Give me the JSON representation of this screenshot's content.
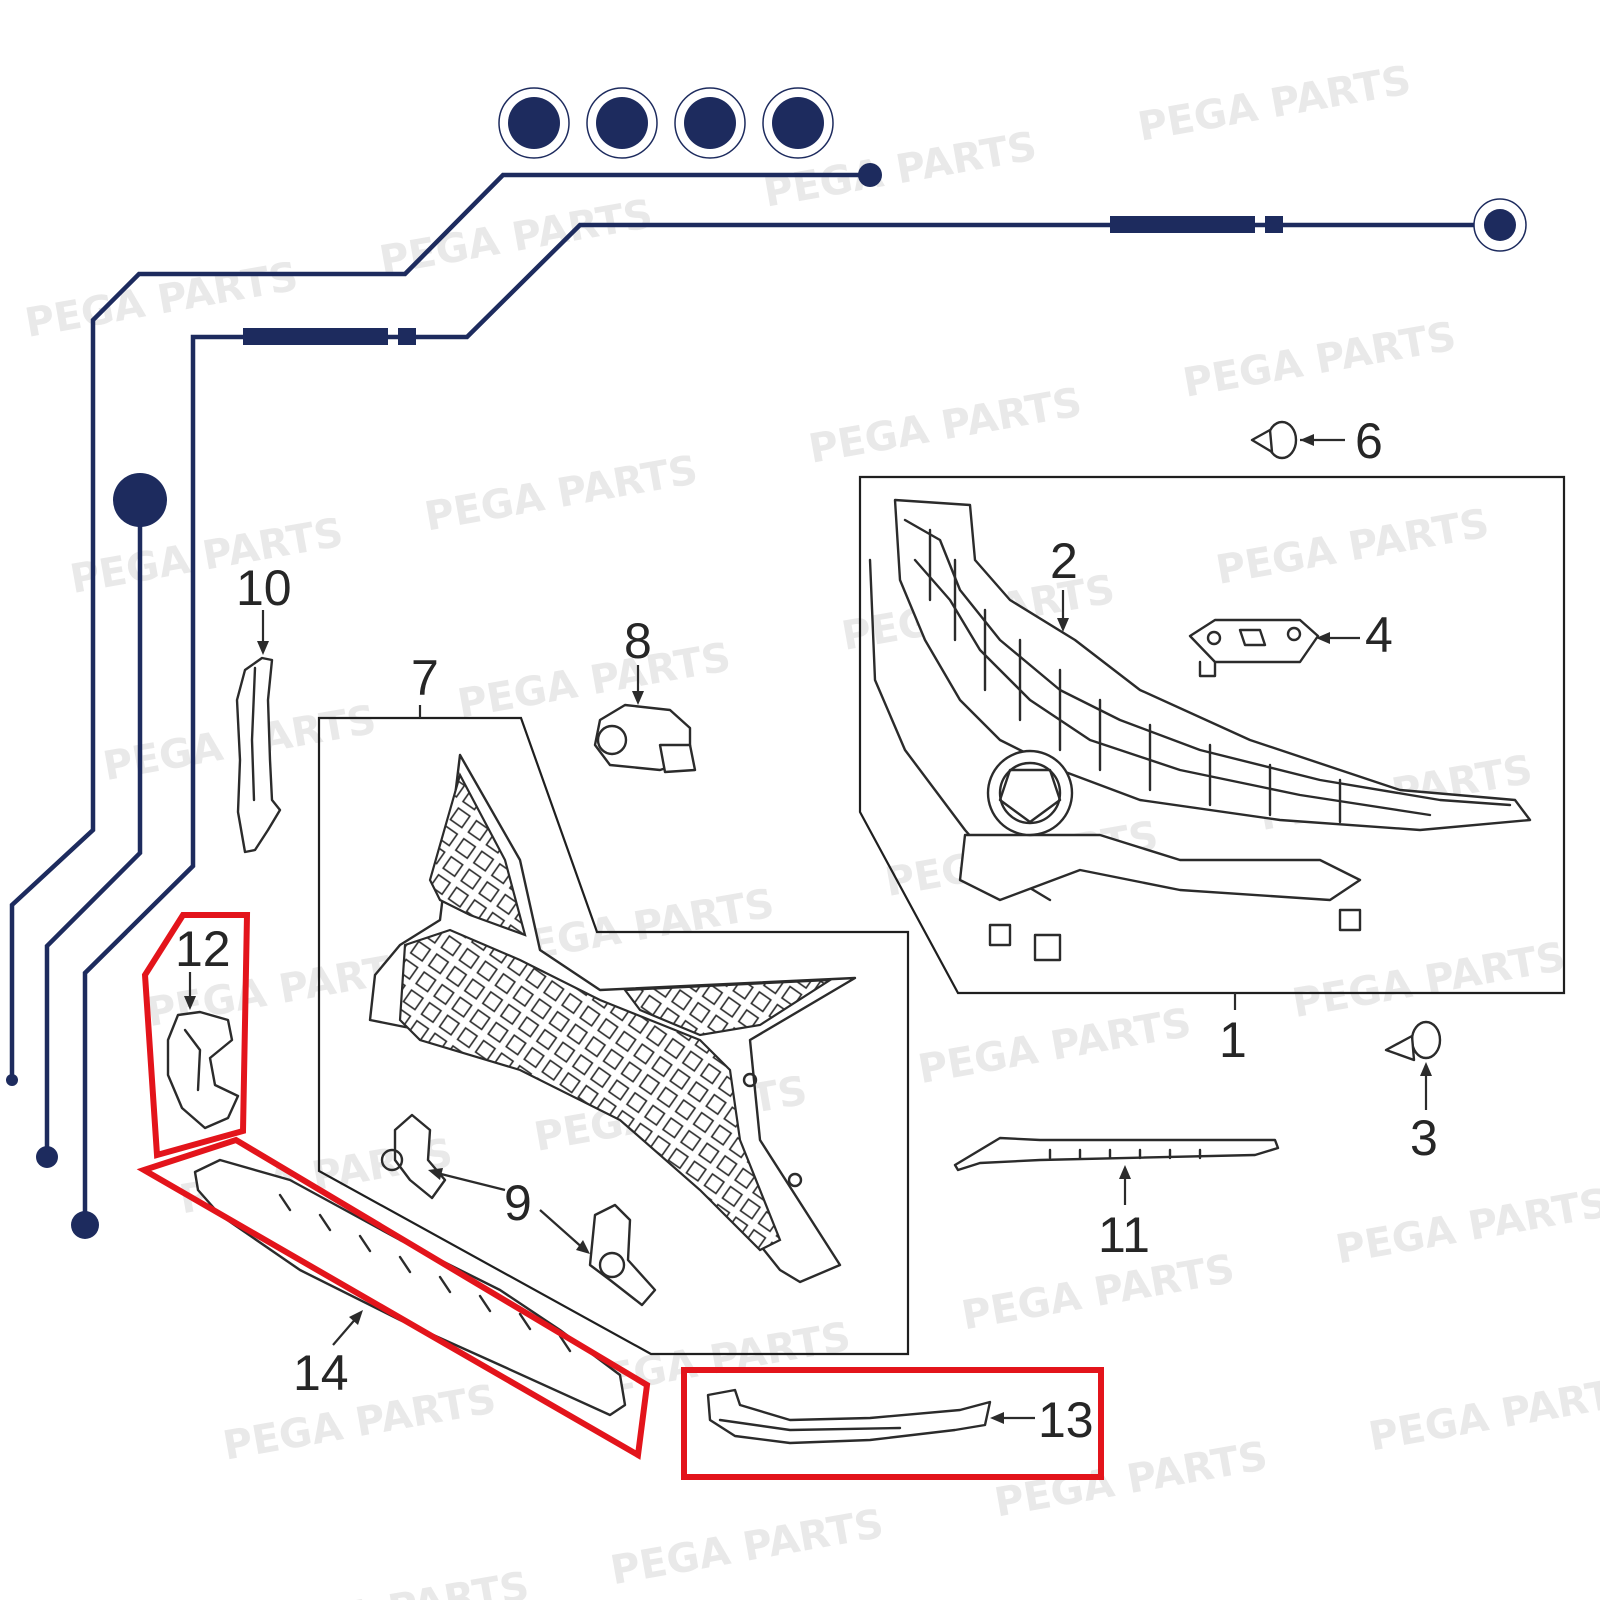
{
  "watermark": {
    "text": "PEGA PARTS"
  },
  "callouts": {
    "c1": "1",
    "c2": "2",
    "c3": "3",
    "c4": "4",
    "c5": "6",
    "c7": "7",
    "c8": "8",
    "c9": "9",
    "c10": "10",
    "c11": "11",
    "c12": "12",
    "c13": "13",
    "c14": "14"
  },
  "colors": {
    "highlight": "#e3141b",
    "circuit": "#1d2b5e",
    "line_art": "#2b2b2b",
    "watermark": "#e9e9e9"
  }
}
